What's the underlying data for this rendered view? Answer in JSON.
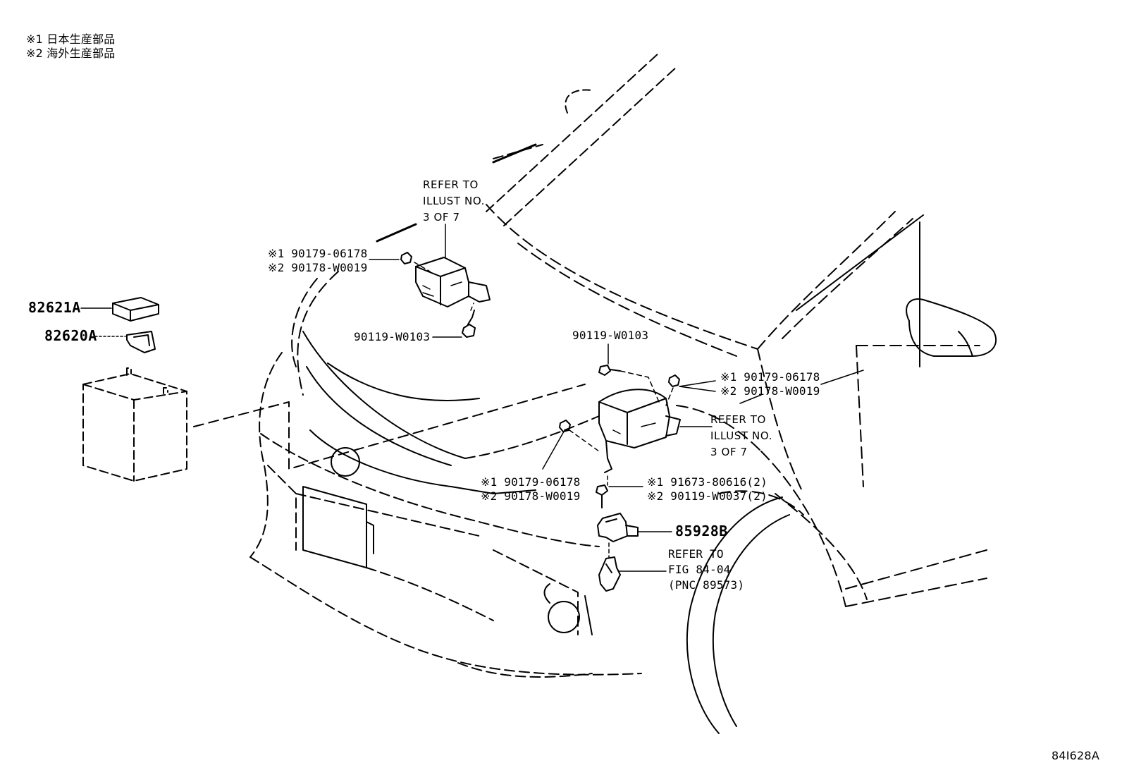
{
  "legend": {
    "note1": "※1 日本生産部品",
    "note2": "※2 海外生産部品"
  },
  "refer_top": {
    "line1": "REFER TO",
    "line2": "ILLUST NO.",
    "line3": "3 OF 7"
  },
  "refer_mid": {
    "line1": "REFER TO",
    "line2": "ILLUST NO.",
    "line3": "3 OF 7"
  },
  "refer_fig": {
    "line1": "REFER TO",
    "line2": "FIG 84-04",
    "line3": "(PNC 89573)"
  },
  "parts": {
    "p82621": "82621A",
    "p82620": "82620A",
    "p85928": "85928B",
    "nut_top_1": "※1 90179-06178",
    "nut_top_2": "※2 90178-W0019",
    "bolt_top": "90119-W0103",
    "bolt_mid": "90119-W0103",
    "nut_right_1": "※1 90179-06178",
    "nut_right_2": "※2 90178-W0019",
    "nut_left_1": "※1 90179-06178",
    "nut_left_2": "※2 90178-W0019",
    "bolt_low_1": "※1 91673-80616(2)",
    "bolt_low_2": "※2 90119-W0037(2)"
  },
  "illustration_code": "84I628A"
}
